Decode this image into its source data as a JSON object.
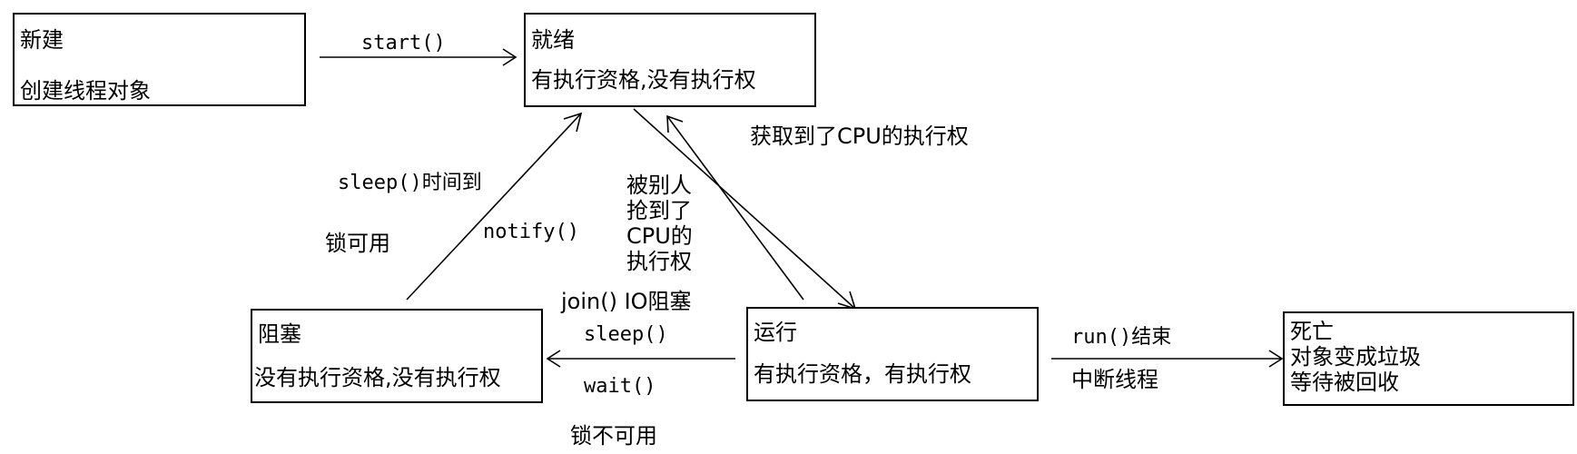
{
  "states": {
    "new": {
      "title": "新建",
      "desc": "创建线程对象"
    },
    "ready": {
      "title": "就绪",
      "desc": "有执行资格,没有执行权"
    },
    "running": {
      "title": "运行",
      "desc": "有执行资格，有执行权"
    },
    "blocked": {
      "title": "阻塞",
      "desc": "没有执行资格,没有执行权"
    },
    "dead": {
      "title": "死亡",
      "line2": "对象变成垃圾",
      "line3": "等待被回收"
    }
  },
  "transitions": {
    "start": "start()",
    "get_cpu": "获取到了CPU的执行权",
    "preempted": [
      "被别人",
      "抢到了",
      "CPU的",
      "执行权"
    ],
    "sleep_done": "sleep()时间到",
    "lock_available": "锁可用",
    "notify": "notify()",
    "join_io": "join()  IO阻塞",
    "sleep": "sleep()",
    "wait": "wait()",
    "lock_unavailable": "锁不可用",
    "run_end": "run()结束",
    "interrupt": "中断线程"
  }
}
